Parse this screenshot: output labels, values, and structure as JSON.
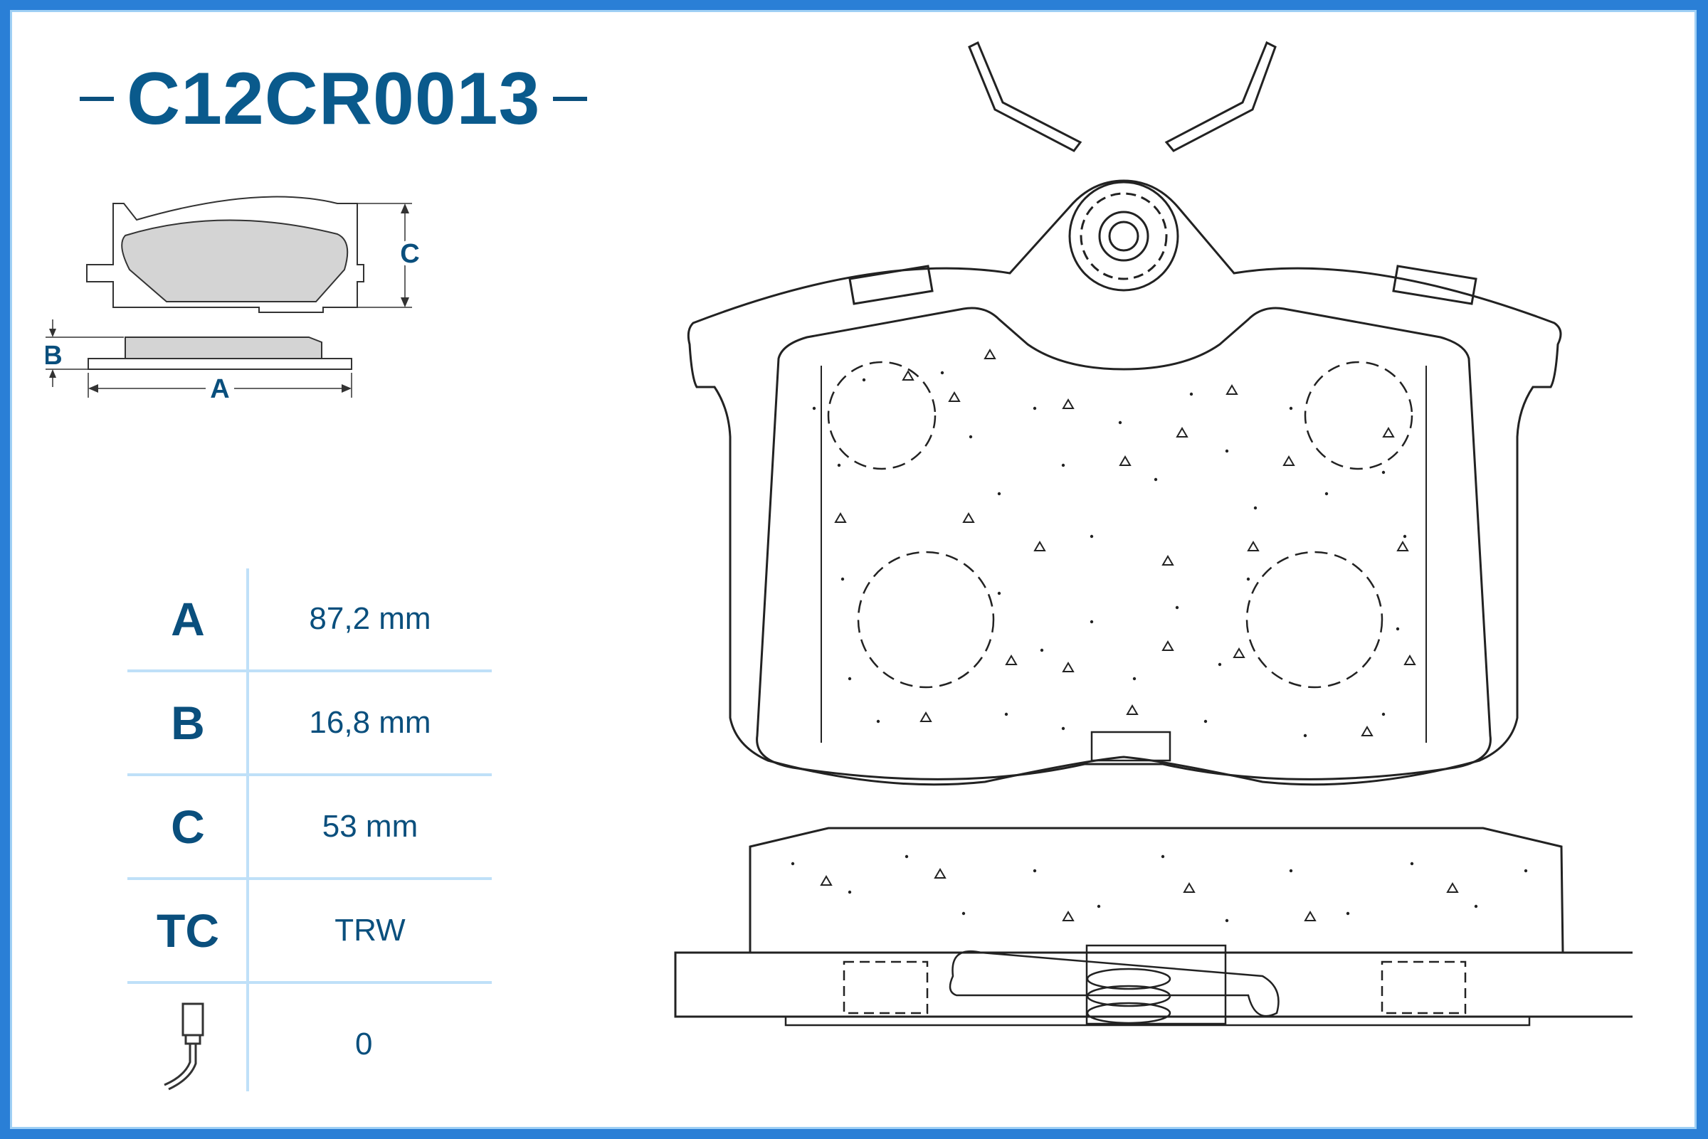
{
  "product": {
    "code": "C12CR0013"
  },
  "schematic": {
    "dim_a_label": "A",
    "dim_b_label": "B",
    "dim_c_label": "C"
  },
  "specs": [
    {
      "label": "A",
      "value": "87,2 mm"
    },
    {
      "label": "B",
      "value": "16,8 mm"
    },
    {
      "label": "C",
      "value": "53 mm"
    },
    {
      "label": "TC",
      "value": "TRW"
    },
    {
      "icon": "wear-sensor-icon",
      "value": "0"
    }
  ],
  "colors": {
    "border": "#2a7fd6",
    "accent": "#0a5a8c",
    "divider": "#bfe0f8",
    "pad_fill": "#d4d4d4"
  }
}
